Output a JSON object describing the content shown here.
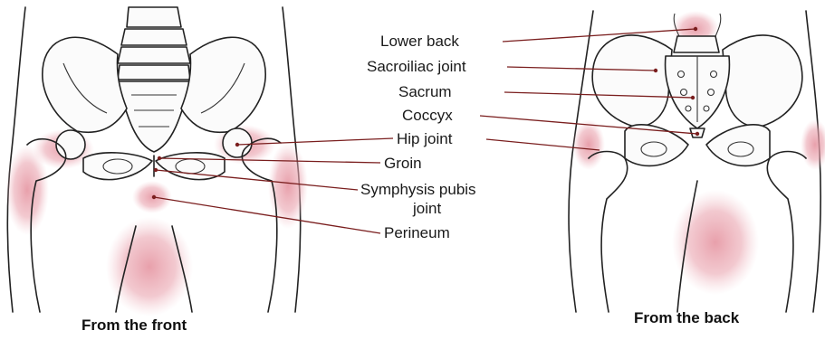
{
  "labels": {
    "lower_back": "Lower back",
    "sacroiliac_joint": "Sacroiliac joint",
    "sacrum": "Sacrum",
    "coccyx": "Coccyx",
    "hip_joint": "Hip joint",
    "groin": "Groin",
    "symphysis_pubis_line1": "Symphysis pubis",
    "symphysis_pubis_line2": "joint",
    "perineum": "Perineum"
  },
  "captions": {
    "front": "From the front",
    "back": "From the back"
  },
  "colors": {
    "pain_area": "#e7a3ad",
    "leader_line": "#7a1e1e",
    "bone_outline": "#222222"
  }
}
